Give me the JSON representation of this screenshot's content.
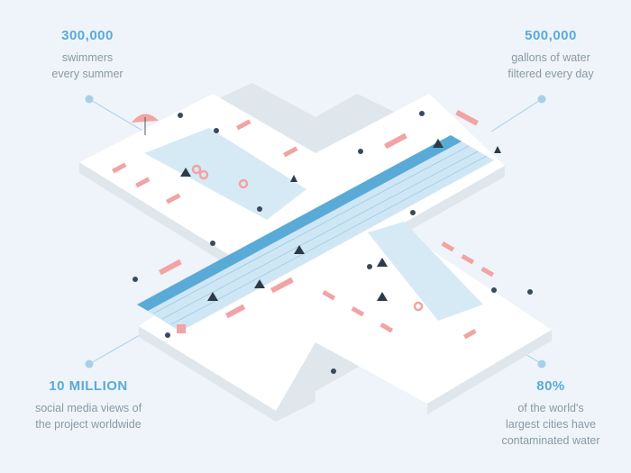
{
  "stats": [
    {
      "value": "300,000",
      "lines": [
        "swimmers",
        "every summer"
      ]
    },
    {
      "value": "500,000",
      "lines": [
        "gallons of water",
        "filtered every day"
      ]
    },
    {
      "value": "10 MILLION",
      "lines": [
        "social media views of",
        "the project worldwide"
      ]
    },
    {
      "value": "80%",
      "lines": [
        "of the world's",
        "largest cities have",
        "contaminated water"
      ]
    }
  ],
  "colors": {
    "background": "#eef4f9",
    "accent_blue": "#5aaad8",
    "text_gray": "#8a9aa6",
    "deck": "#ffffff",
    "deck_side": "#dfe6ec",
    "water": "#cfe6f4",
    "water_deep": "#5aaad8",
    "coral": "#f2a3a3"
  },
  "icons": [
    "umbrella-icon",
    "swimmer-figure",
    "lounge-chair-icon",
    "connector-dot"
  ]
}
